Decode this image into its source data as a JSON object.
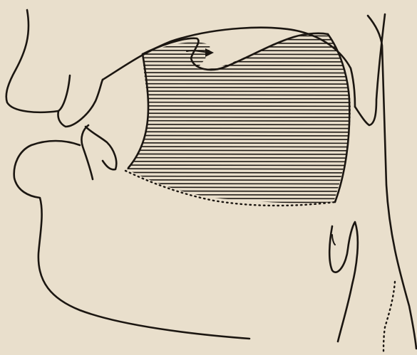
{
  "figure": {
    "kind": "sagittal-section-diagram",
    "background_color": "#e9dfcc",
    "ink_color": "#1b1611",
    "hatching": "horizontal-lines",
    "arrow_direction": "right"
  }
}
